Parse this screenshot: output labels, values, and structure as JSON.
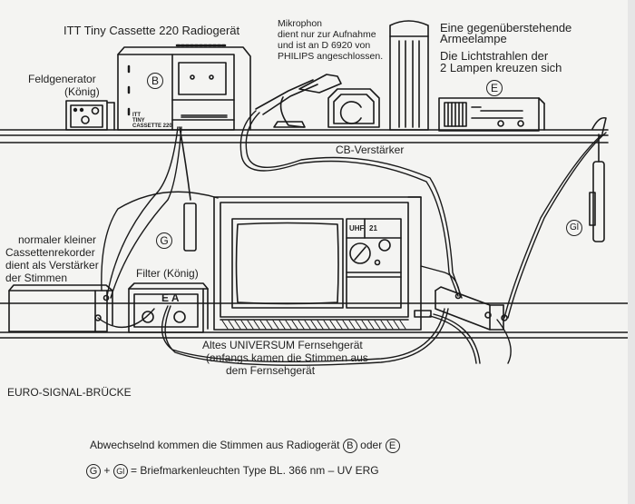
{
  "labels": {
    "radio": "ITT Tiny Cassette 220 Radiogerät",
    "radio_marking": "B",
    "radio_brand_lines": [
      "ITT",
      "TINY",
      "CASSETTE 220"
    ],
    "field_generator": [
      "Feldgenerator",
      "(König)"
    ],
    "microphone": [
      "Mikrophon",
      "dient nur zur Aufnahme",
      "und ist an D 6920 von",
      "PHILIPS angeschlossen."
    ],
    "army_lamp": [
      "Eine gegenüberstehende",
      "Armeelampe"
    ],
    "light_beams": [
      "Die Lichtstrahlen der",
      "2  Lampen kreuzen sich"
    ],
    "lamp_marking": "E",
    "cb_amplifier": "CB-Verstärker",
    "cassette_recorder": [
      "normaler kleiner",
      "Cassettenrekorder",
      "dient als Verstärker",
      "der Stimmen"
    ],
    "lamp_g": "G",
    "lamp_gl": "Gl",
    "filter": "Filter (König)",
    "filter_jacks": "E A",
    "tv": [
      "Altes UNIVERSUM Fernsehgerät",
      "(anfangs kamen die Stimmen aus",
      "dem Fernsehgerät"
    ],
    "tv_band": "UHF",
    "tv_channel": "21",
    "euro_bridge": "EURO-SIGNAL-BRÜCKE"
  },
  "caption": {
    "line1_text": "Abwechselnd kommen die Stimmen aus Radiogerät",
    "line1_mark1": "B",
    "line1_join": "oder",
    "line1_mark2": "E",
    "line2_mark1": "G",
    "line2_plus": "+",
    "line2_mark2": "Gl",
    "line2_text": "= Briefmarkenleuchten Type BL. 366 nm – UV ERG"
  }
}
